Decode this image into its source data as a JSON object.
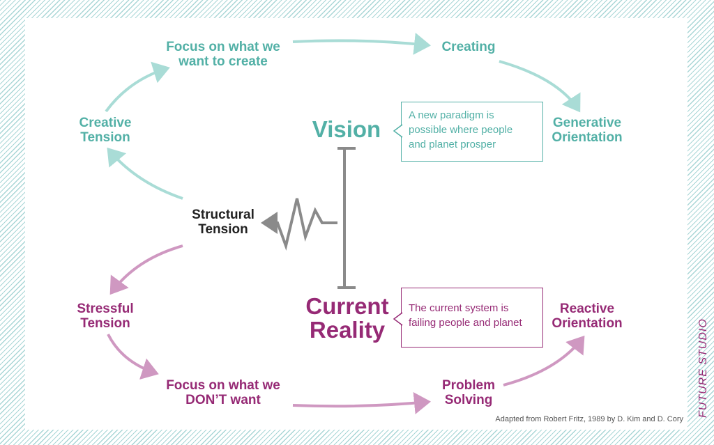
{
  "diagram": {
    "top_cycle": {
      "focus_create": "Focus on what we\nwant to create",
      "creating": "Creating",
      "creative_tension": "Creative\nTension",
      "generative_orientation": "Generative\nOrientation"
    },
    "center": {
      "vision": "Vision",
      "current_reality": "Current\nReality",
      "structural_tension": "Structural\nTension"
    },
    "callouts": {
      "vision": "A new paradigm is\npossible where people\nand planet prosper",
      "reality": "The current system is\nfailing people and planet"
    },
    "bottom_cycle": {
      "stressful_tension": "Stressful\nTension",
      "reactive_orientation": "Reactive\nOrientation",
      "focus_dont": "Focus on what we\nDON’T want",
      "problem_solving": "Problem\nSolving"
    },
    "credit": "Adapted from Robert Fritz, 1989 by D. Kim and D. Cory",
    "brand": "FUTURE STUDIO",
    "colors": {
      "teal": "#52b0a6",
      "teal_arrow": "#a9dcd6",
      "purple": "#962a75",
      "purple_arrow": "#cf98c1",
      "gray": "#8a8a8a"
    }
  }
}
